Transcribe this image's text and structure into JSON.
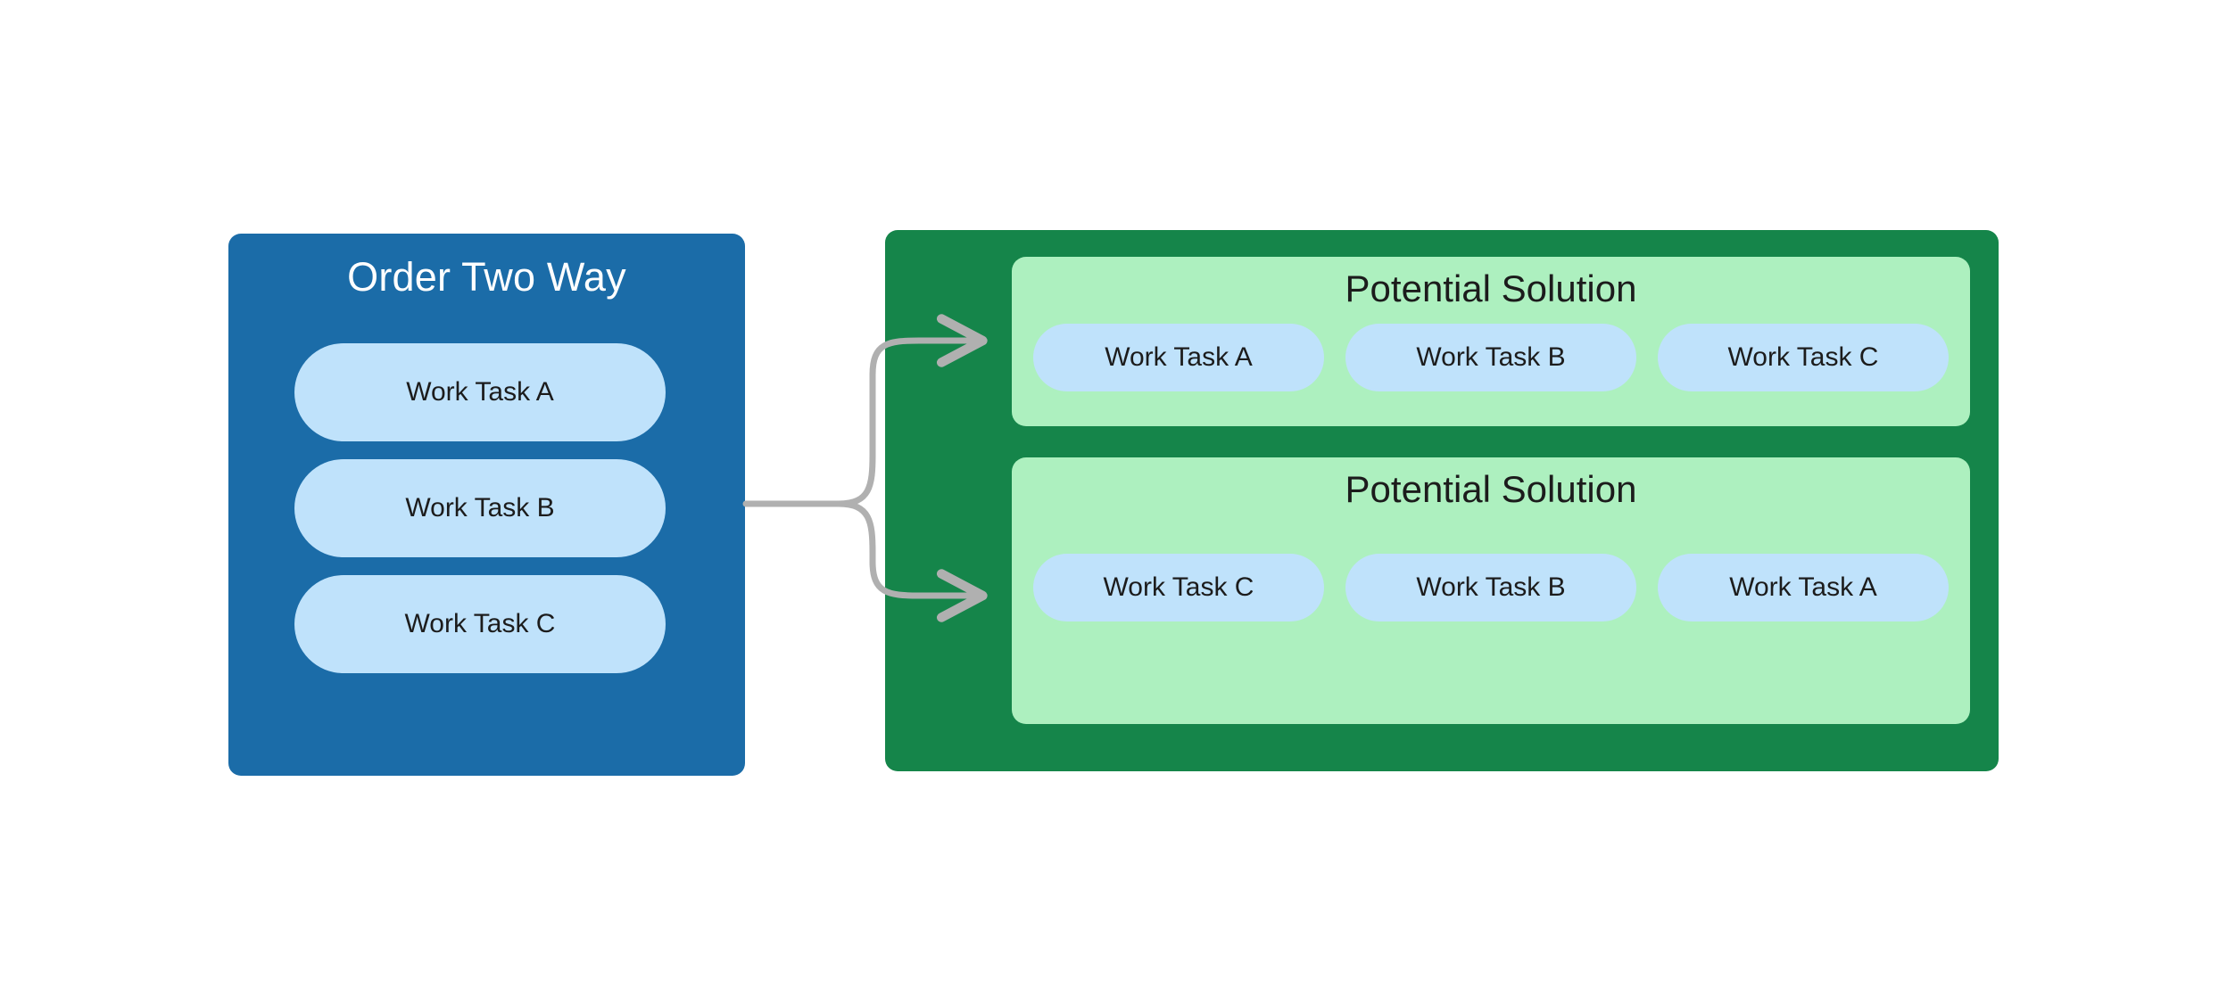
{
  "diagram": {
    "title": "Order Two Way",
    "source": {
      "heading": "Order Two Way",
      "tasks": [
        {
          "label": "Work Task A"
        },
        {
          "label": "Work Task B"
        },
        {
          "label": "Work Task C"
        }
      ]
    },
    "solutions": [
      {
        "heading": "Potential Solution",
        "tasks": [
          {
            "label": "Work Task A"
          },
          {
            "label": "Work Task B"
          },
          {
            "label": "Work Task C"
          }
        ]
      },
      {
        "heading": "Potential Solution",
        "tasks": [
          {
            "label": "Work Task C"
          },
          {
            "label": "Work Task B"
          },
          {
            "label": "Work Task A"
          }
        ]
      }
    ],
    "connectors": [
      {
        "name": "arrow-to-solution-1"
      },
      {
        "name": "arrow-to-solution-2"
      }
    ],
    "colors": {
      "source_panel": "#1b6ca8",
      "solutions_panel": "#15854a",
      "solution_box": "#adf0bf",
      "task_pill": "#bfe2fb",
      "connector": "#b0b0b0",
      "source_heading_text": "#ffffff",
      "body_text": "#1c1c1c",
      "background": "#ffffff"
    }
  }
}
